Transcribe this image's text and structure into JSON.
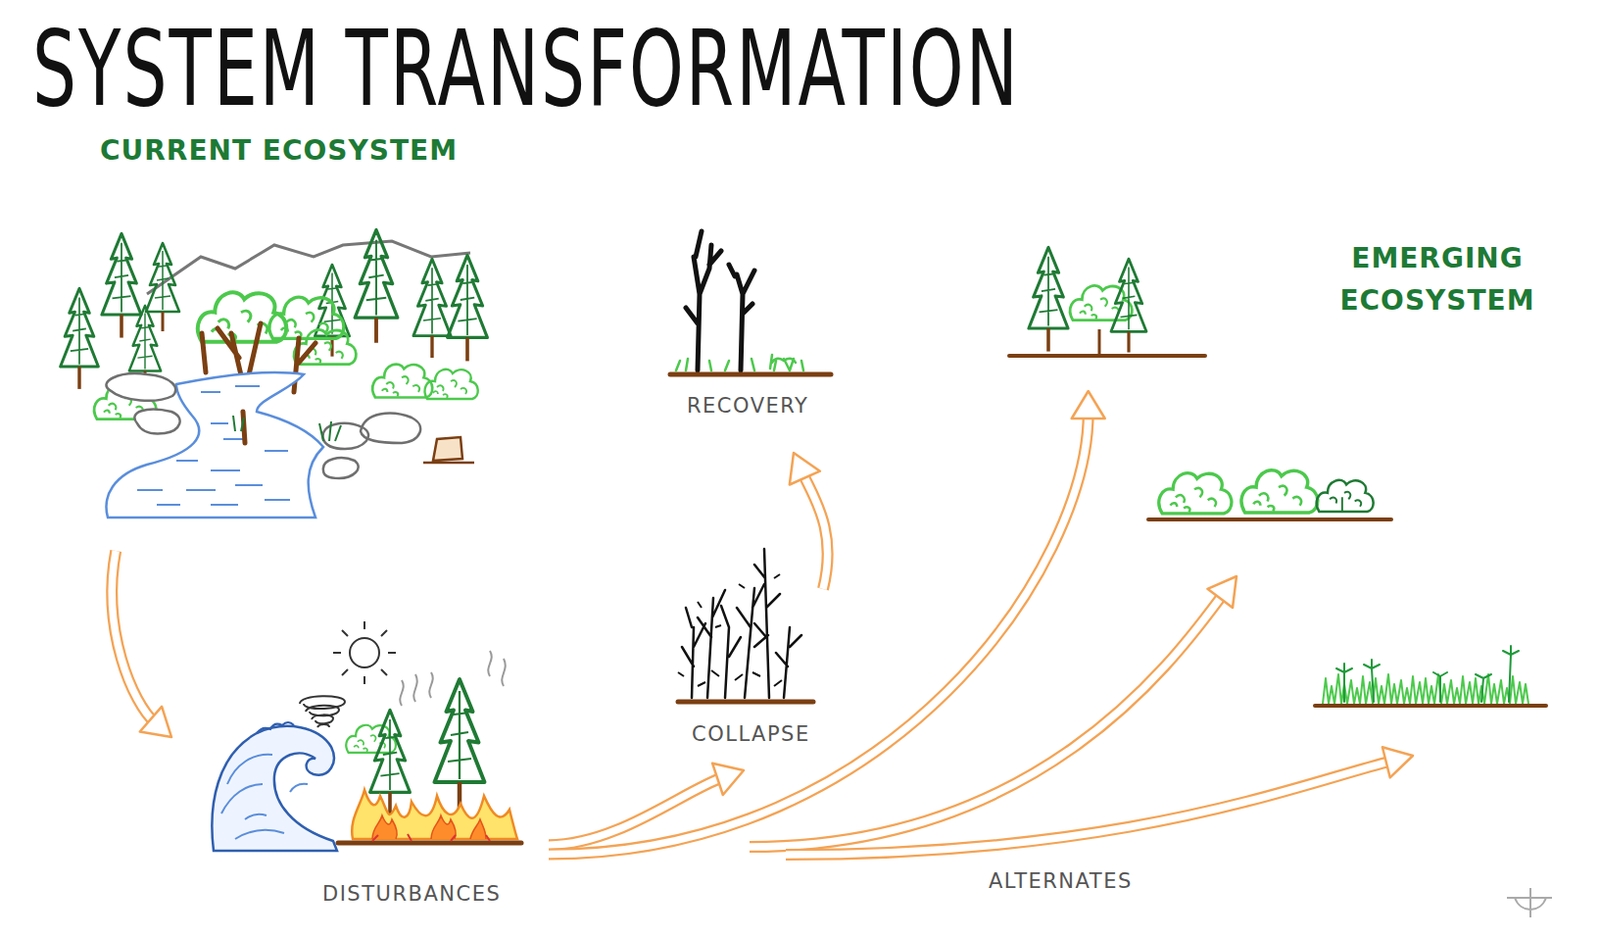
{
  "diagram": {
    "title": "SYSTEM TRANSFORMATION",
    "nodes": [
      {
        "text": [
          "CURRENT ECOSYSTEM"
        ]
      },
      {
        "text": [
          "DISTURBANCES"
        ]
      },
      {
        "text": [
          "COLLAPSE"
        ]
      },
      {
        "text": [
          "RECOVERY"
        ]
      },
      {
        "text": [
          "EMERGING ECOSYSTEM"
        ]
      }
    ],
    "edges": [
      {
        "from": 0,
        "to": 1,
        "arrow": "to"
      },
      {
        "from": 1,
        "to": 2,
        "arrow": "to"
      },
      {
        "from": 2,
        "to": 3,
        "arrow": "to"
      },
      {
        "from": 1,
        "to": 4,
        "arrow": "to",
        "label": "ALTERNATES"
      }
    ]
  }
}
